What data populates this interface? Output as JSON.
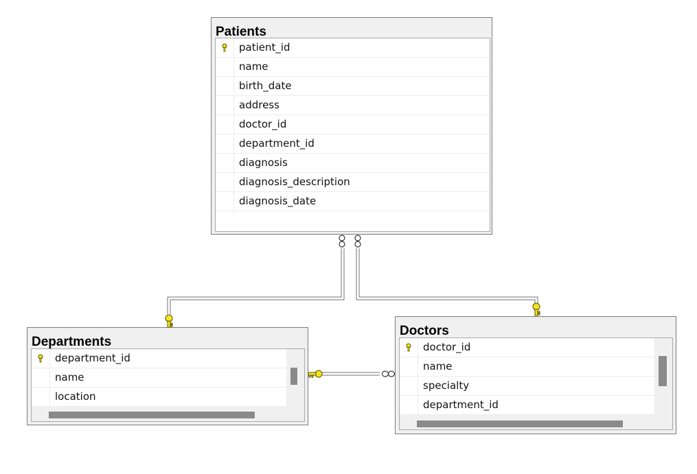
{
  "tables": {
    "patients": {
      "title": "Patients",
      "fields": [
        "patient_id",
        "name",
        "birth_date",
        "address",
        "doctor_id",
        "department_id",
        "diagnosis",
        "diagnosis_description",
        "diagnosis_date"
      ]
    },
    "departments": {
      "title": "Departments",
      "fields": [
        "department_id",
        "name",
        "location"
      ]
    },
    "doctors": {
      "title": "Doctors",
      "fields": [
        "doctor_id",
        "name",
        "specialty",
        "department_id"
      ]
    }
  },
  "colors": {
    "key": "#f2e61e",
    "key_outline": "#5a5000",
    "line": "#707070"
  },
  "icons": {
    "primary_key": "key-icon",
    "many_end": "infinity-icon",
    "one_end": "key-icon"
  }
}
